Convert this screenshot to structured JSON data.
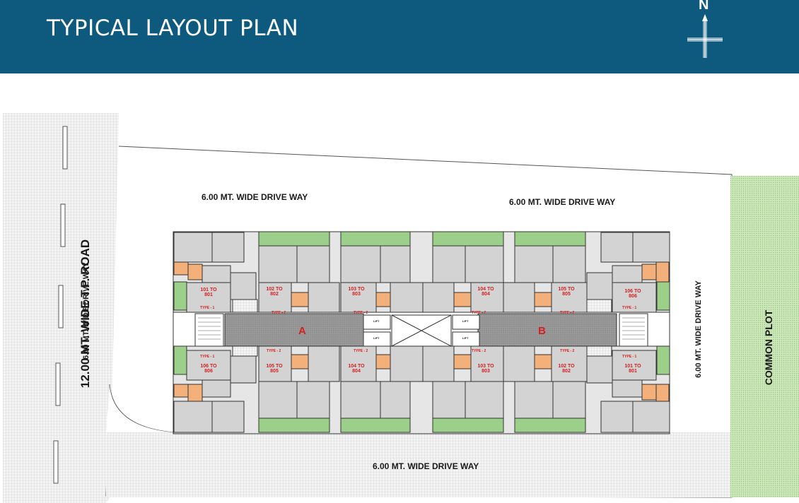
{
  "header": {
    "title": "TYPICAL LAYOUT PLAN",
    "north_label": "N"
  },
  "colors": {
    "header_bg": "#0e5a7e",
    "room_gray": "#d3d3d3",
    "balcony_green": "#9ccf8a",
    "orange_room": "#f4b07a",
    "lobby_dark": "#8c8c8c",
    "unit_text": "#d42020"
  },
  "labels": {
    "road": "12.00 MT. WIDE T.P. ROAD",
    "drive_top_left": "6.00 MT. WIDE DRIVE WAY",
    "drive_top_right": "6.00 MT. WIDE DRIVE WAY",
    "drive_left": "6.00 MT. WIDE DRIVE WAY",
    "drive_right": "6.00 MT. WIDE DRIVE WAY",
    "drive_bottom": "6.00 MT. WIDE DRIVE WAY",
    "common_plot": "COMMON PLOT"
  },
  "wings": {
    "a": "A",
    "b": "B"
  },
  "lift_label": "LIFT",
  "units": {
    "a_101": "101 TO 801",
    "a_102": "102 TO 802",
    "a_103": "103 TO 803",
    "a_104": "104 TO 804",
    "a_105": "105 TO 805",
    "a_106": "106 TO 806",
    "a_103b": "103 TO 803",
    "a_104b": "104 TO 804",
    "b_104": "104 TO 804",
    "b_105": "105 TO 805",
    "b_106": "106 TO 806",
    "b_103": "103 TO 803",
    "b_102": "102 TO 802",
    "b_101": "101 TO 801"
  },
  "types": {
    "type1": "TYPE - 1",
    "type2": "TYPE - 2"
  }
}
